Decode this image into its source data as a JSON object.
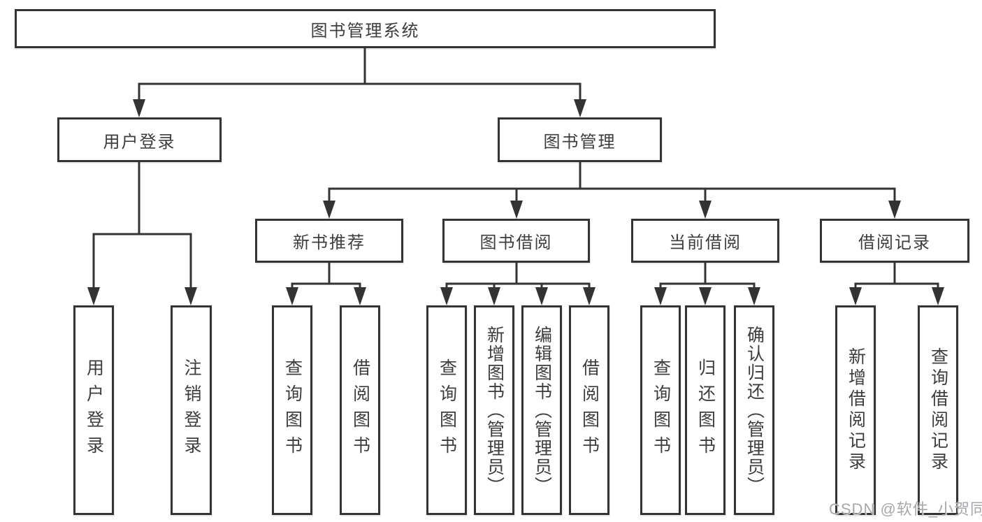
{
  "diagram": {
    "root": {
      "label": "图书管理系统"
    },
    "branches": [
      {
        "label": "用户登录",
        "children": [
          {
            "label": "用户登录"
          },
          {
            "label": "注销登录"
          }
        ]
      },
      {
        "label": "图书管理",
        "children": [
          {
            "label": "新书推荐",
            "children": [
              {
                "label": "查询图书"
              },
              {
                "label": "借阅图书"
              }
            ]
          },
          {
            "label": "图书借阅",
            "children": [
              {
                "label": "查询图书"
              },
              {
                "label": "新增图书（管理员）"
              },
              {
                "label": "编辑图书（管理员）"
              },
              {
                "label": "借阅图书"
              }
            ]
          },
          {
            "label": "当前借阅",
            "children": [
              {
                "label": "查询图书"
              },
              {
                "label": "归还图书"
              },
              {
                "label": "确认归还（管理员）"
              }
            ]
          },
          {
            "label": "借阅记录",
            "children": [
              {
                "label": "新增借阅记录"
              },
              {
                "label": "查询借阅记录"
              }
            ]
          }
        ]
      }
    ],
    "watermark": "CSDN @软件_小贺同学",
    "colors": {
      "line": "#333333",
      "box_border": "#343434",
      "box_fill": "#ffffff",
      "text": "#3d3d3d",
      "watermark": "#a7a7ac",
      "background": "#ffffff"
    }
  }
}
